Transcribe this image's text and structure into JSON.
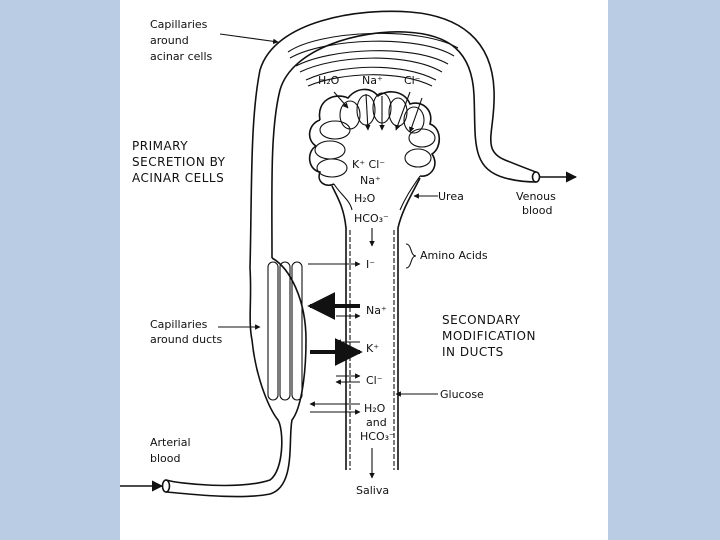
{
  "labels": {
    "capillaries_acinar_1": "Capillaries",
    "capillaries_acinar_2": "around",
    "capillaries_acinar_3": "acinar cells",
    "primary_1": "PRIMARY",
    "primary_2": "SECRETION BY",
    "primary_3": "ACINAR CELLS",
    "venous_1": "Venous",
    "venous_2": "blood",
    "urea": "Urea",
    "amino_acids": "Amino Acids",
    "capillaries_ducts_1": "Capillaries",
    "capillaries_ducts_2": "around ducts",
    "secondary_1": "SECONDARY",
    "secondary_2": "MODIFICATION",
    "secondary_3": "IN DUCTS",
    "glucose": "Glucose",
    "arterial_1": "Arterial",
    "arterial_2": "blood",
    "saliva": "Saliva"
  },
  "ions": {
    "top_h2o": "H₂O",
    "top_na": "Na⁺",
    "top_cl": "Cl⁻",
    "lumen_kcl": "K⁺  Cl⁻",
    "lumen_na": "Na⁺",
    "lumen_h2o": "H₂O",
    "lumen_hco3": "HCO₃⁻",
    "iodide": "I⁻",
    "duct_na": "Na⁺",
    "duct_k": "K⁺",
    "duct_cl": "Cl⁻",
    "duct_h2o": "H₂O",
    "duct_and": "and",
    "duct_hco3": "HCO₃⁻"
  },
  "colors": {
    "frame": "#b9cce4",
    "paper": "#ffffff",
    "ink": "#111111"
  }
}
